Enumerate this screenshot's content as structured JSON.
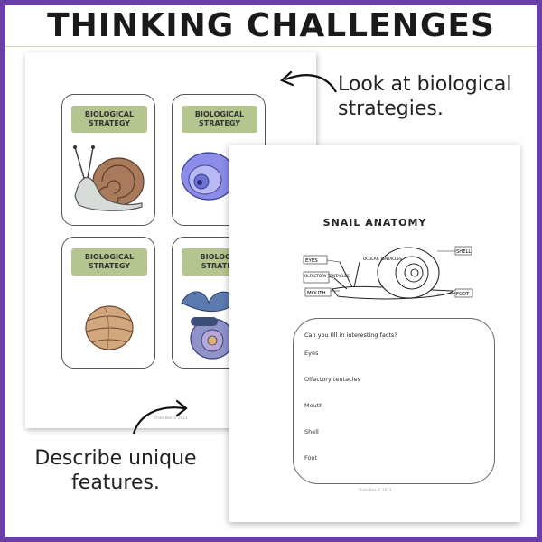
{
  "header": {
    "title": "THINKING CHALLENGES"
  },
  "captions": {
    "top_line1": "Look at biological",
    "top_line2": "strategies.",
    "bottom_line1": "Describe unique",
    "bottom_line2": "features."
  },
  "cards": [
    {
      "label_line1": "BIOLOGICAL",
      "label_line2": "STRATEGY",
      "icon": "garden-snail-icon"
    },
    {
      "label_line1": "BIOLOGICAL",
      "label_line2": "STRATEGY",
      "icon": "blue-shell-icon"
    },
    {
      "label_line1": "BIOLOGICAL",
      "label_line2": "STRATEGY",
      "icon": "round-shell-icon"
    },
    {
      "label_line1": "BIOLOGIC",
      "label_line2": "STRATEG",
      "icon": "blue-slug-snail-icon"
    }
  ],
  "worksheet": {
    "title": "SNAIL ANATOMY",
    "labels": {
      "eyes": "EYES",
      "ocular_tentacles": "OCULAR TENTACLES",
      "olfactory_tentacles": "OLFACTORY TENTACLES",
      "mouth": "MOUTH",
      "shell": "SHELL",
      "foot": "FOOT"
    },
    "question": "Can you fill in interesting facts?",
    "items": [
      "Eyes",
      "Olfactory tentacles",
      "Mouth",
      "Shell",
      "Foot"
    ]
  },
  "footer": {
    "back": "Think Bee © 2023",
    "front": "Think Bee © 2023"
  },
  "colors": {
    "frame": "#6a3ea8",
    "card_label_bg": "#b5c58f"
  }
}
